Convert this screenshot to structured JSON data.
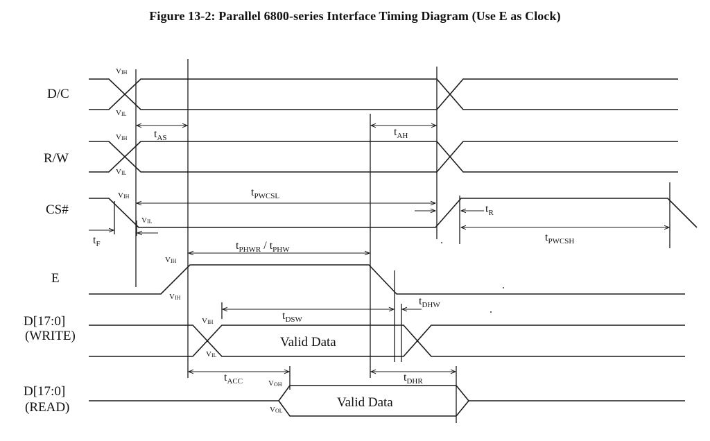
{
  "title": "Figure 13-2: Parallel 6800-series Interface Timing Diagram (Use E as Clock)",
  "signals": {
    "dc": "D/C",
    "rw": "R/W",
    "cs": "CS#",
    "e": "E",
    "dwrite_a": "D[17:0]",
    "dwrite_b": "(WRITE)",
    "dread_a": "D[17:0]",
    "dread_b": "(READ)"
  },
  "levels": {
    "vih": {
      "main": "V",
      "sub": "IH"
    },
    "vil": {
      "main": "V",
      "sub": "IL"
    },
    "voh": {
      "main": "V",
      "sub": "OH"
    },
    "vol": {
      "main": "V",
      "sub": "OL"
    }
  },
  "timing": {
    "tas": {
      "main": "t",
      "sub": "AS"
    },
    "tah": {
      "main": "t",
      "sub": "AH"
    },
    "tpwcsl": {
      "main": "t",
      "sub": "PWCSL"
    },
    "tr": {
      "main": "t",
      "sub": "R"
    },
    "tf": {
      "main": "t",
      "sub": "F"
    },
    "tpwcsh": {
      "main": "t",
      "sub": "PWCSH"
    },
    "tphwr": {
      "main": "t",
      "sub": "PHWR"
    },
    "tphw_sep": " / ",
    "tphw": {
      "main": "t",
      "sub": "PHW"
    },
    "tdsw": {
      "main": "t",
      "sub": "DSW"
    },
    "tdhw": {
      "main": "t",
      "sub": "DHW"
    },
    "tacc": {
      "main": "t",
      "sub": "ACC"
    },
    "tdhr": {
      "main": "t",
      "sub": "DHR"
    }
  },
  "valid_data": "Valid Data"
}
